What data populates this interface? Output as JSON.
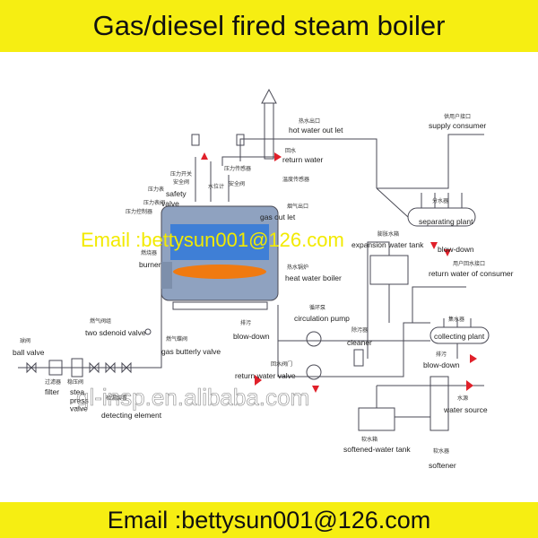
{
  "header": {
    "title": "Gas/diesel fired steam boiler"
  },
  "footer": {
    "email_text": "Email :bettysun001@126.com"
  },
  "watermarks": {
    "email": "Email :bettysun001@126.com",
    "site": "gl-insp.en.alibaba.com"
  },
  "labels": {
    "hot_water_out_let": "hot water out let",
    "hot_water_out_let_zh": "热水出口",
    "supply_consumer": "supply consumer",
    "supply_consumer_zh": "供用户接口",
    "return_water": "return water",
    "return_water_zh": "回水",
    "temperature_sensor_zh": "温度传感器",
    "gas_out_let": "gas out let",
    "gas_out_let_zh": "烟气出口",
    "separating_plant": "separating plant",
    "separating_plant_zh": "分水器",
    "expansion_water_tank": "expansion water tank",
    "expansion_water_tank_zh": "膨胀水箱",
    "blow_down_1": "blow-down",
    "return_water_of_consumer": "return water of consumer",
    "return_water_of_consumer_zh": "用户回水接口",
    "safety_valve": "safety valve",
    "safety_valve_zh": "安全阀",
    "safety_valve_zh2": "安全阀",
    "pressure_gauge_zh": "压力表",
    "pressure_switch_zh": "压力开关",
    "pressure_controller_zh": "压力控制器",
    "pressure_gauge_valve_zh": "压力表阀",
    "pressure_sensor_zh": "压力传感器",
    "level_gauge_zh": "水位计",
    "burner_zh": "燃烧器",
    "burner": "burner",
    "heat_water_boiler": "heat water boiler",
    "heat_water_boiler_zh": "热水锅炉",
    "gas_butterfly_valve_zh": "燃气蝶阀",
    "two_solenoid_valve": "two sdenoid valve",
    "gas_butterfly_valve": "gas butterly valve",
    "gas_valve_group_zh": "燃气阀组",
    "ball_valve": "ball valve",
    "ball_valve_zh": "球阀",
    "filter": "filter",
    "filter_zh": "过滤器",
    "steady_pressure_valve": "stea\npress\nvalve",
    "steady_pressure_valve_zh": "稳压阀",
    "detecting_element": "detecting element",
    "detecting_element_zh": "检漏装置",
    "blow_down_2": "blow-down",
    "blow_down_2_zh": "排污",
    "circulation_pump": "circulation pump",
    "circulation_pump_zh": "循环泵",
    "cleaner": "cleaner",
    "cleaner_zh": "除污器",
    "collecting_plant": "collecting plant",
    "collecting_plant_zh": "集水器",
    "blow_down_3": "blow-down",
    "blow_down_3_zh": "排污",
    "return_water_valve": "return water valve",
    "return_water_valve_zh": "回水阀门",
    "water_source": "water source",
    "water_source_zh": "水源",
    "softened_water_tank": "softened-water tank",
    "softened_water_tank_zh": "软水箱",
    "softener": "softener",
    "softener_zh": "软水器"
  },
  "colors": {
    "banner": "#f6ee12",
    "line": "#4a4a55",
    "arrow": "#e0202a",
    "boiler_body": "#8fa2c0",
    "boiler_inner": "#3f7fd6",
    "flame": "#f07a10",
    "watermark": "#f2ea00"
  }
}
